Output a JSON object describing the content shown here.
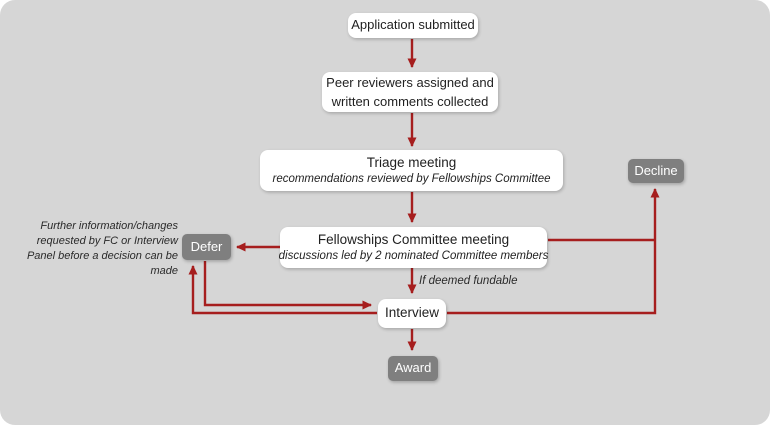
{
  "colors": {
    "background": "#d6d6d6",
    "arrow": "#a61e1e",
    "node_gray": "#7f7f7f",
    "node_white": "#ffffff"
  },
  "nodes": {
    "application": {
      "label": "Application submitted"
    },
    "peer_review": {
      "label": "Peer reviewers assigned and written comments collected"
    },
    "triage": {
      "title": "Triage meeting",
      "subtitle": "recommendations reviewed by Fellowships Committee"
    },
    "fc_meeting": {
      "title": "Fellowships Committee meeting",
      "subtitle": "discussions led by 2 nominated Committee members"
    },
    "defer": {
      "label": "Defer"
    },
    "decline": {
      "label": "Decline"
    },
    "interview": {
      "label": "Interview"
    },
    "award": {
      "label": "Award"
    }
  },
  "annotations": {
    "defer_note": "Further information/changes requested by FC or Interview Panel before a decision can be made",
    "fundable_label": "If deemed fundable"
  }
}
